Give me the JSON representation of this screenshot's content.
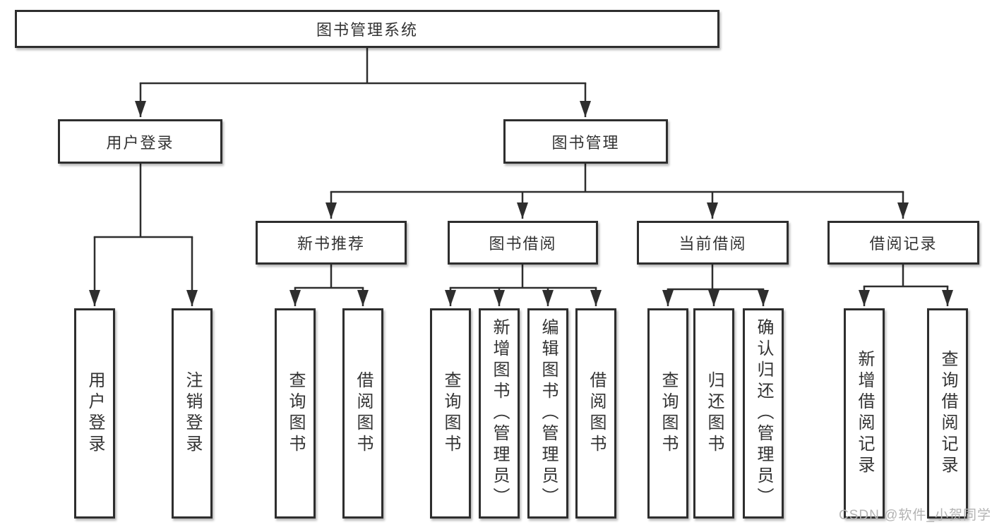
{
  "diagram": {
    "root": {
      "label": "图书管理系统"
    },
    "branches": [
      {
        "label": "用户登录",
        "children": [
          {
            "label": "用户登录"
          },
          {
            "label": "注销登录"
          }
        ]
      },
      {
        "label": "图书管理",
        "children": [
          {
            "label": "新书推荐",
            "children": [
              {
                "label": "查询图书"
              },
              {
                "label": "借阅图书"
              }
            ]
          },
          {
            "label": "图书借阅",
            "children": [
              {
                "label": "查询图书"
              },
              {
                "label": "新增图书（管理员）"
              },
              {
                "label": "编辑图书（管理员）"
              },
              {
                "label": "借阅图书"
              }
            ]
          },
          {
            "label": "当前借阅",
            "children": [
              {
                "label": "查询图书"
              },
              {
                "label": "归还图书"
              },
              {
                "label": "确认归还（管理员）"
              }
            ]
          },
          {
            "label": "借阅记录",
            "children": [
              {
                "label": "新增借阅记录"
              },
              {
                "label": "查询借阅记录"
              }
            ]
          }
        ]
      }
    ]
  },
  "watermark": {
    "text": "CSDN @软件_小贺同学"
  },
  "colors": {
    "line": "#2e2e2e",
    "text": "#333333",
    "background": "#ffffff",
    "watermark": "#b3b3b3"
  }
}
